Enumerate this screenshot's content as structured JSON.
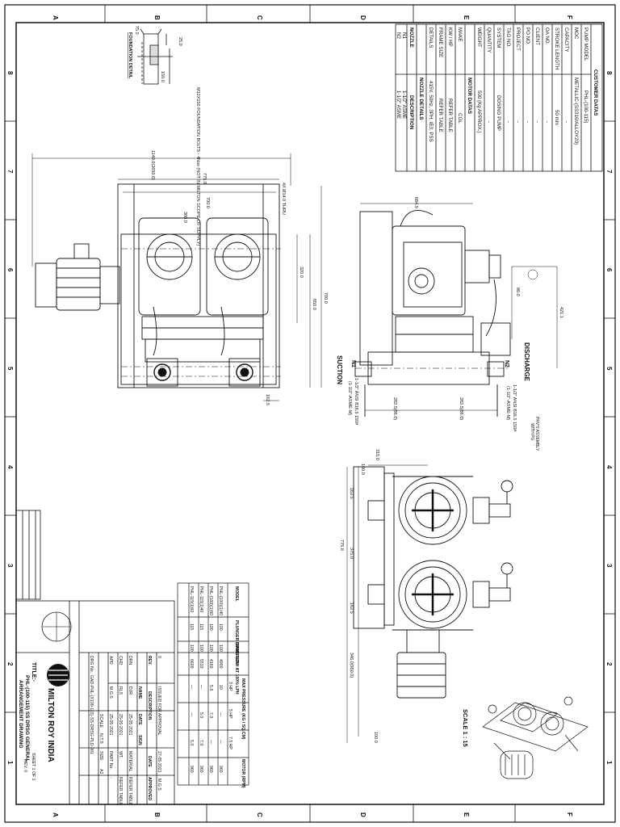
{
  "zones": {
    "top": [
      "A",
      "B",
      "C",
      "D",
      "E",
      "F"
    ],
    "side": [
      "8",
      "7",
      "6",
      "5",
      "4",
      "3",
      "2",
      "1"
    ]
  },
  "customer_data": {
    "heading": "CUSTOMER DATAS",
    "rows": [
      {
        "label": "PUMP MODEL",
        "value": "PHL-(100-115)"
      },
      {
        "label": "MOC",
        "value": "METALLIC-(SS316/ALLOY20)"
      },
      {
        "label": "CAPACITY",
        "value": "-"
      },
      {
        "label": "STROKE LENGTH",
        "value": "50 mm"
      },
      {
        "label": "OA NO.",
        "value": "-"
      },
      {
        "label": "CLIENT",
        "value": "-"
      },
      {
        "label": "PO NO.",
        "value": "-"
      },
      {
        "label": "PROJECT",
        "value": "-"
      },
      {
        "label": "TAG NO.",
        "value": "-"
      },
      {
        "label": "SYSTEM",
        "value": "DOSING PUMP"
      },
      {
        "label": "QUANTITY",
        "value": "-"
      },
      {
        "label": "WEIGHT",
        "value": "500 (Kg APPROX.)"
      }
    ]
  },
  "motor_data": {
    "heading": "MOTOR DATAS",
    "rows": [
      {
        "label": "MAKE",
        "value": "CGL"
      },
      {
        "label": "KW / HP",
        "value": "REFER TABLE"
      },
      {
        "label": "FRAME SIZE",
        "value": "REFER TABLE"
      },
      {
        "label": "DETAILS",
        "value": "415V, 50Hz, 3PH, IE3, PSS"
      }
    ]
  },
  "nozzle_details": {
    "heading": "NOZZLE DETAILS",
    "col_nozzle": "NOZZLE",
    "col_desc": "DESCRIPTION",
    "rows": [
      {
        "label": "N1",
        "value": "1-1/2\" ASME"
      },
      {
        "label": "N2",
        "value": "1-1/2\" ASME"
      }
    ]
  },
  "labels": {
    "foundation_detail": "FOUNDATION DETAIL",
    "foundation_note": "M12X150 FOUNDATION BOLTS - 4Nos (NOT IN MILTON SCOPE OF SUPPLY)",
    "suction": "SUCTION",
    "discharge": "DISCHARGE",
    "n1": "N1",
    "n2": "N2",
    "suction_flange": "1-1/2\" ANSI B16.5 150#",
    "suction_flange_sub": "(1-1/2\"-ASME-M)",
    "discharge_flange": "1-1/2\" ANSI B16.5 150#",
    "discharge_flange_sub": "(1-1/2\"-ASME-M)",
    "prv_note": "PRV'S ASSEMBLY",
    "prv_note2": "WITH PG",
    "scale": "SCALE 1 : 15",
    "hole_note": "4X Ø14.0 THRU"
  },
  "dimensions": {
    "d1140": "1140.0(2650.0)",
    "d775a": "775.0",
    "d700a": "700.0",
    "d300": "300.0",
    "d320": "320.0",
    "d650": "650.0",
    "d700b": "700.0",
    "d162": "162.5",
    "d684": "684.9",
    "d86": "86.0",
    "d421": "421.1",
    "d282s": "282.5(86.0)",
    "d282d": "282.5(86.0)",
    "d315": "315.0",
    "d180": "180.0",
    "d1625a": "162.5",
    "d375": "375.0",
    "d775b": "775.0",
    "d1625b": "162.5",
    "d346": "346.0(950.0)",
    "d100": "100.0",
    "d750": "75.0",
    "d250": "25.0",
    "d150": "150.0"
  },
  "model_table": {
    "headers": [
      "MODEL",
      "PLUNGER DIAMETER",
      "SPM",
      "FLOW AT 100% LPH",
      "MAX PRESSURE (KG / SQ.CM)",
      "",
      "",
      "MOTOR (RPM)"
    ],
    "sub_headers": [
      "",
      "",
      "",
      "",
      "3 HP",
      "5 HP",
      "7.5 HP",
      ""
    ],
    "rows": [
      [
        "PHL-(100)(1)40",
        "100",
        "100",
        "4900",
        "10",
        "—",
        "—",
        "960"
      ],
      [
        "PHL-(100)(1)60",
        "100",
        "100",
        "4160",
        "5.0",
        "7.0",
        "—",
        "960"
      ],
      [
        "PHL-115(1)40",
        "115",
        "100",
        "5510",
        "—",
        "5.0",
        "7.0",
        "960"
      ],
      [
        "PHL-115(1)60",
        "115",
        "100",
        "6600",
        "—",
        "—",
        "5.0",
        "960"
      ]
    ]
  },
  "title_block": {
    "company": "MILTON ROY INDIA",
    "title_label": "TITLE:-",
    "title_line1": "PHL-(100-115) SS DRSG GENERAL",
    "title_line2": "ARRANGEMENT DRAWING",
    "rev_header": [
      "REV.",
      "DESCRIPTION",
      "DATE",
      "APPROVED"
    ],
    "rev_row": [
      "0",
      "ISSUED FOR APPROVAL",
      "27-05-2021",
      "M.G.S"
    ],
    "name_header": [
      "",
      "NAME",
      "DATE",
      "SIGN"
    ],
    "sign_rows": [
      [
        "DRN",
        "DJR",
        "25-05-2021"
      ],
      [
        "CHD",
        "RLS",
        "25-05-2021"
      ],
      [
        "APD",
        "M.G.S",
        "25-05-2021"
      ]
    ],
    "material_label": "MATERIAL",
    "material_value": "REFER TABLE",
    "weight_label": "WT.",
    "weight_value": "REFER TABLE",
    "part_label": "PART No.",
    "part_value": "-",
    "scale_label": "SCALE",
    "scale_value": "N.T.S",
    "size_label": "SIZE",
    "size_value": "A2",
    "drg_label": "DRG No.",
    "drg_value": "GAD-PHL-(X100-115)-SS-DRSG-PLD-001",
    "sheet": "SHEET 1 OF 1",
    "rev_no": "REV. 0"
  }
}
